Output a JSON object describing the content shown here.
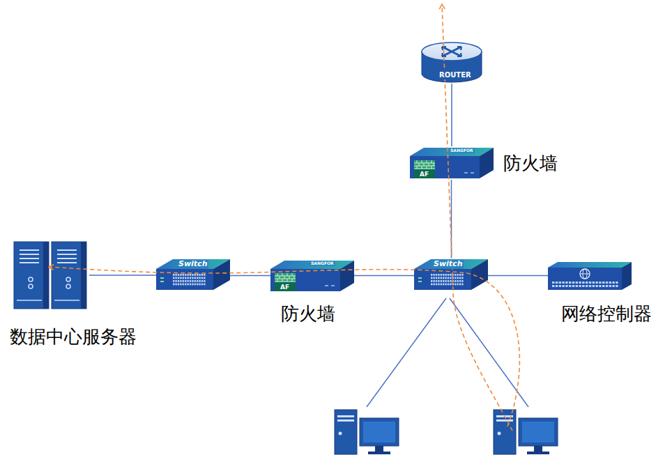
{
  "diagram": {
    "nodes": [
      {
        "text": [
          "ROUTER"
        ]
      },
      {
        "text": [
          "SANGFOR",
          "AF",
          "防火墙"
        ]
      },
      {
        "text": [
          "SANGFOR",
          "AF",
          "防火墙"
        ]
      },
      {
        "text": [
          "Switch"
        ]
      },
      {
        "text": [
          "Switch"
        ]
      },
      {
        "text": [
          "数据中心服务器"
        ]
      },
      {
        "text": [
          "网络控制器"
        ]
      }
    ],
    "edges": [
      {
        "from": 0,
        "to": 1,
        "arrow": "none"
      },
      {
        "from": 1,
        "to": 4,
        "arrow": "none"
      },
      {
        "from": 4,
        "to": 2,
        "arrow": "none"
      },
      {
        "from": 2,
        "to": 3,
        "arrow": "none"
      },
      {
        "from": 3,
        "to": 5,
        "arrow": "none"
      },
      {
        "from": 4,
        "to": 6,
        "arrow": "none"
      }
    ]
  }
}
